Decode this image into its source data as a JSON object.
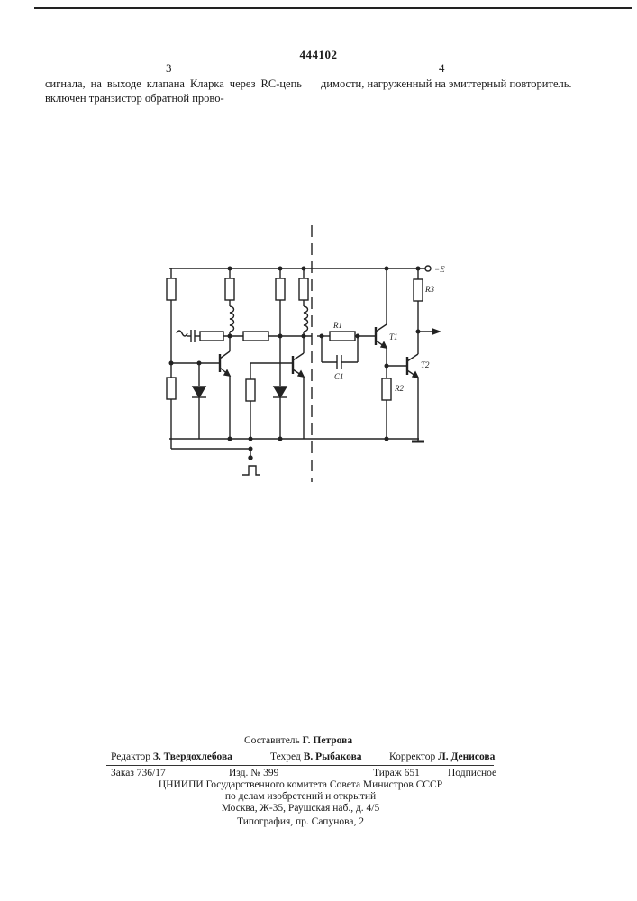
{
  "page": {
    "patent_number": "444102",
    "col_left_number": "3",
    "col_right_number": "4",
    "col_left_text": "сигнала, на выходе клапана Кларка через RC-цепь включен транзистор обратной прово-",
    "col_right_text": "димости, нагруженный на эмиттерный повторитель."
  },
  "schematic": {
    "supply_label": "−E",
    "labels": {
      "r1": "R1",
      "r2": "R2",
      "r3": "R3",
      "c1": "C1",
      "t1": "T1",
      "t2": "T2"
    }
  },
  "credits": {
    "compiler_label": "Составитель",
    "compiler_name": "Г. Петрова",
    "editor_label": "Редактор",
    "editor_name": "З. Твердохлебова",
    "techred_label": "Техред",
    "techred_name": "В. Рыбакова",
    "corrector_label": "Корректор",
    "corrector_name": "Л. Денисова",
    "order": "Заказ 736/17",
    "edition": "Изд. № 399",
    "print_run": "Тираж 651",
    "subscription": "Подписное",
    "org_line1": "ЦНИИПИ Государственного комитета Совета Министров СССР",
    "org_line2": "по делам изобретений и открытий",
    "org_line3": "Москва, Ж-35, Раушская наб., д. 4/5",
    "printing_house": "Типография, пр. Сапунова, 2"
  }
}
